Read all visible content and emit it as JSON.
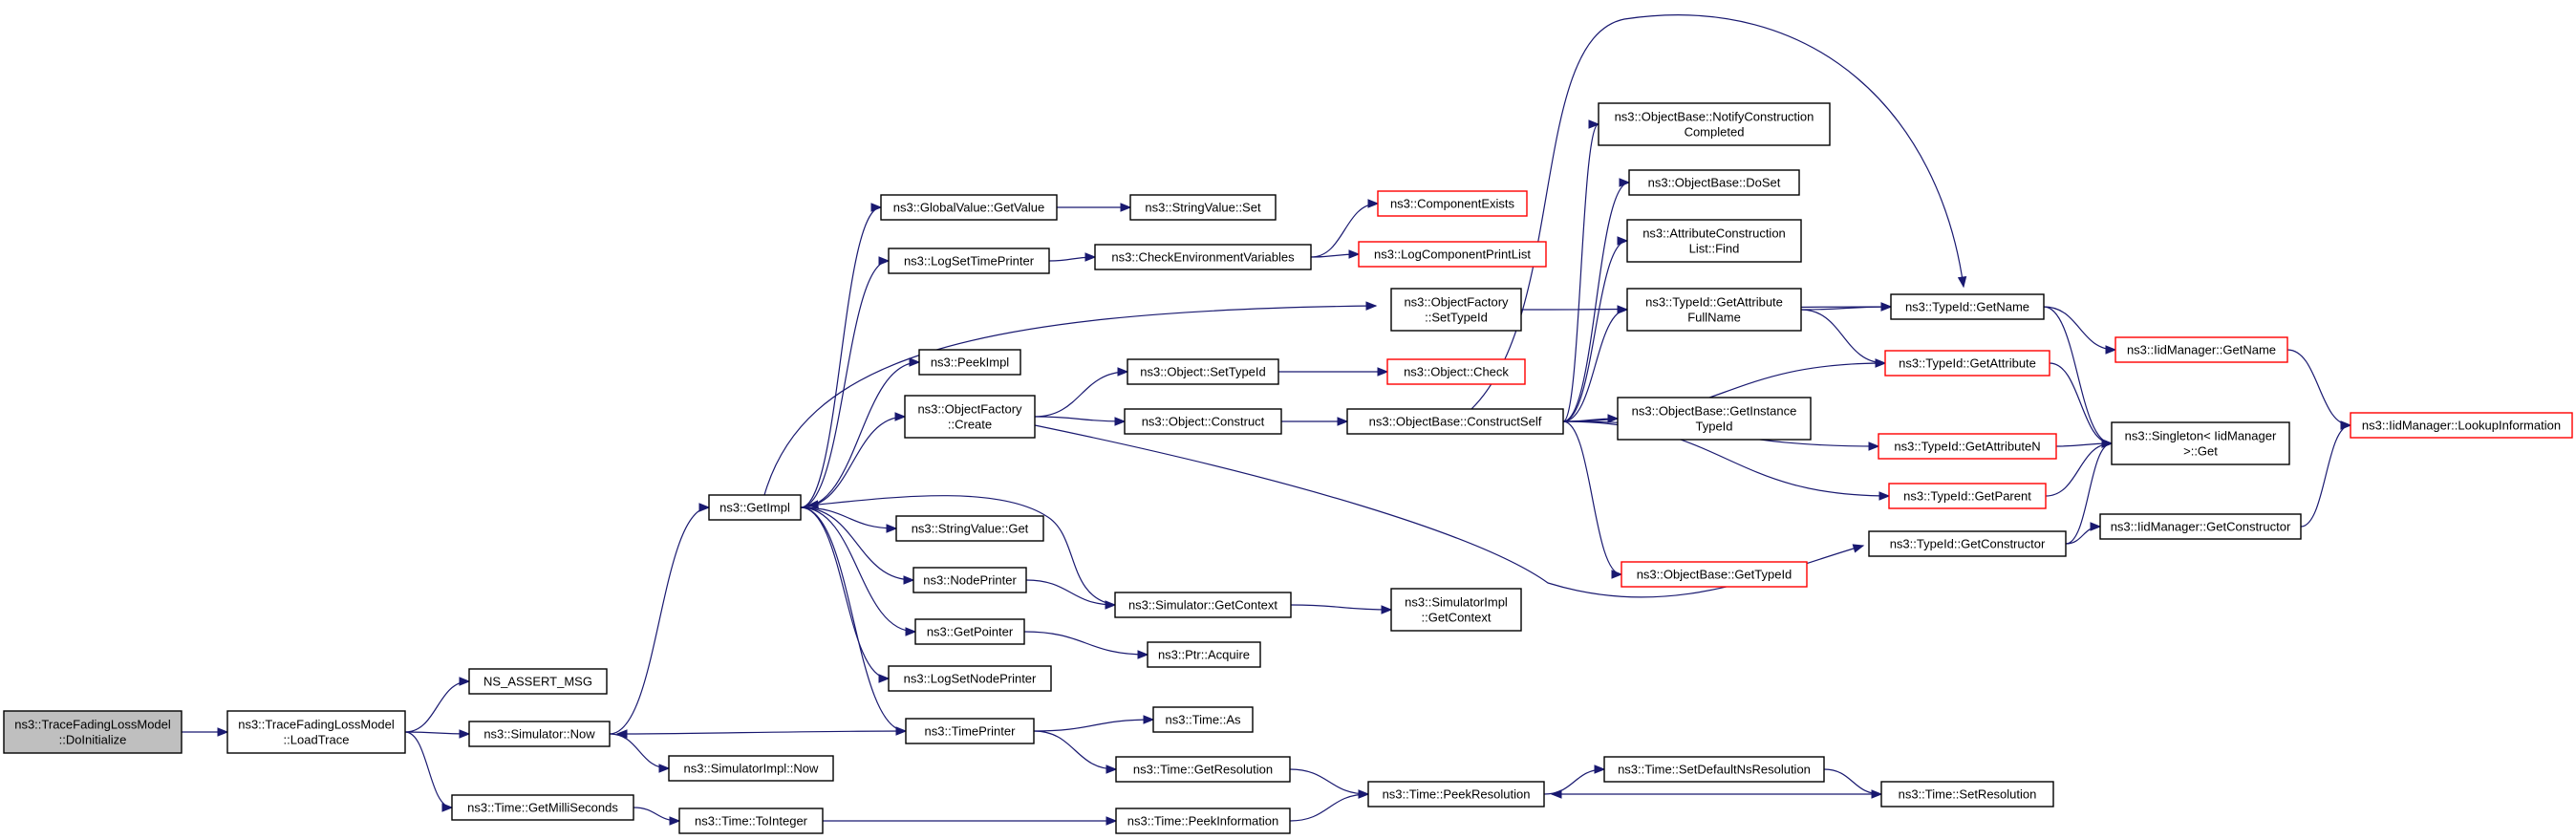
{
  "colors": {
    "edge": "#191970",
    "node_border": "#000000",
    "truncated_border": "#ff0000",
    "focus_fill": "#bfbfbf",
    "node_fill": "#ffffff"
  },
  "nodes": [
    {
      "id": "n_doinit",
      "lines": [
        "ns3::TraceFadingLossModel",
        "::DoInitialize"
      ],
      "focus": true,
      "truncated": false
    },
    {
      "id": "n_loadtrace",
      "lines": [
        "ns3::TraceFadingLossModel",
        "::LoadTrace"
      ],
      "focus": false,
      "truncated": false
    },
    {
      "id": "n_nsassert",
      "lines": [
        "NS_ASSERT_MSG"
      ],
      "focus": false,
      "truncated": false
    },
    {
      "id": "n_simnow",
      "lines": [
        "ns3::Simulator::Now"
      ],
      "focus": false,
      "truncated": false
    },
    {
      "id": "n_getmilli",
      "lines": [
        "ns3::Time::GetMilliSeconds"
      ],
      "focus": false,
      "truncated": false
    },
    {
      "id": "n_getimpl",
      "lines": [
        "ns3::GetImpl"
      ],
      "focus": false,
      "truncated": false
    },
    {
      "id": "n_simimplnow",
      "lines": [
        "ns3::SimulatorImpl::Now"
      ],
      "focus": false,
      "truncated": false
    },
    {
      "id": "n_tointeger",
      "lines": [
        "ns3::Time::ToInteger"
      ],
      "focus": false,
      "truncated": false
    },
    {
      "id": "n_globalvalue",
      "lines": [
        "ns3::GlobalValue::GetValue"
      ],
      "focus": false,
      "truncated": false
    },
    {
      "id": "n_logsettime",
      "lines": [
        "ns3::LogSetTimePrinter"
      ],
      "focus": false,
      "truncated": false
    },
    {
      "id": "n_peekimpl",
      "lines": [
        "ns3::PeekImpl"
      ],
      "focus": false,
      "truncated": false
    },
    {
      "id": "n_ofcreate",
      "lines": [
        "ns3::ObjectFactory",
        "::Create"
      ],
      "focus": false,
      "truncated": false
    },
    {
      "id": "n_svget",
      "lines": [
        "ns3::StringValue::Get"
      ],
      "focus": false,
      "truncated": false
    },
    {
      "id": "n_nodeprinter",
      "lines": [
        "ns3::NodePrinter"
      ],
      "focus": false,
      "truncated": false
    },
    {
      "id": "n_getpointer",
      "lines": [
        "ns3::GetPointer"
      ],
      "focus": false,
      "truncated": false
    },
    {
      "id": "n_logsetnode",
      "lines": [
        "ns3::LogSetNodePrinter"
      ],
      "focus": false,
      "truncated": false
    },
    {
      "id": "n_timeprinter",
      "lines": [
        "ns3::TimePrinter"
      ],
      "focus": false,
      "truncated": false
    },
    {
      "id": "n_svset",
      "lines": [
        "ns3::StringValue::Set"
      ],
      "focus": false,
      "truncated": false
    },
    {
      "id": "n_checkenv",
      "lines": [
        "ns3::CheckEnvironmentVariables"
      ],
      "focus": false,
      "truncated": false
    },
    {
      "id": "n_objsettypeid",
      "lines": [
        "ns3::Object::SetTypeId"
      ],
      "focus": false,
      "truncated": false
    },
    {
      "id": "n_objconstruct",
      "lines": [
        "ns3::Object::Construct"
      ],
      "focus": false,
      "truncated": false
    },
    {
      "id": "n_simgetctx",
      "lines": [
        "ns3::Simulator::GetContext"
      ],
      "focus": false,
      "truncated": false
    },
    {
      "id": "n_ptracquire",
      "lines": [
        "ns3::Ptr::Acquire"
      ],
      "focus": false,
      "truncated": false
    },
    {
      "id": "n_timeas",
      "lines": [
        "ns3::Time::As"
      ],
      "focus": false,
      "truncated": false
    },
    {
      "id": "n_getres",
      "lines": [
        "ns3::Time::GetResolution"
      ],
      "focus": false,
      "truncated": false
    },
    {
      "id": "n_peekinfo",
      "lines": [
        "ns3::Time::PeekInformation"
      ],
      "focus": false,
      "truncated": false
    },
    {
      "id": "n_compexists",
      "lines": [
        "ns3::ComponentExists"
      ],
      "focus": false,
      "truncated": true
    },
    {
      "id": "n_logcompprint",
      "lines": [
        "ns3::LogComponentPrintList"
      ],
      "focus": false,
      "truncated": true
    },
    {
      "id": "n_ofsettypeid",
      "lines": [
        "ns3::ObjectFactory",
        "::SetTypeId"
      ],
      "focus": false,
      "truncated": false
    },
    {
      "id": "n_objcheck",
      "lines": [
        "ns3::Object::Check"
      ],
      "focus": false,
      "truncated": true
    },
    {
      "id": "n_constructself",
      "lines": [
        "ns3::ObjectBase::ConstructSelf"
      ],
      "focus": false,
      "truncated": false
    },
    {
      "id": "n_simimplctx",
      "lines": [
        "ns3::SimulatorImpl",
        "::GetContext"
      ],
      "focus": false,
      "truncated": false
    },
    {
      "id": "n_peekres",
      "lines": [
        "ns3::Time::PeekResolution"
      ],
      "focus": false,
      "truncated": false
    },
    {
      "id": "n_notifyconst",
      "lines": [
        "ns3::ObjectBase::NotifyConstruction",
        "Completed"
      ],
      "focus": false,
      "truncated": false
    },
    {
      "id": "n_doset",
      "lines": [
        "ns3::ObjectBase::DoSet"
      ],
      "focus": false,
      "truncated": false
    },
    {
      "id": "n_attrconst",
      "lines": [
        "ns3::AttributeConstruction",
        "List::Find"
      ],
      "focus": false,
      "truncated": false
    },
    {
      "id": "n_getattrfull",
      "lines": [
        "ns3::TypeId::GetAttribute",
        "FullName"
      ],
      "focus": false,
      "truncated": false
    },
    {
      "id": "n_getinstance",
      "lines": [
        "ns3::ObjectBase::GetInstance",
        "TypeId"
      ],
      "focus": false,
      "truncated": false
    },
    {
      "id": "n_obgettypeid",
      "lines": [
        "ns3::ObjectBase::GetTypeId"
      ],
      "focus": false,
      "truncated": true
    },
    {
      "id": "n_setdefres",
      "lines": [
        "ns3::Time::SetDefaultNsResolution"
      ],
      "focus": false,
      "truncated": false
    },
    {
      "id": "n_tidgetname",
      "lines": [
        "ns3::TypeId::GetName"
      ],
      "focus": false,
      "truncated": false
    },
    {
      "id": "n_tidgetattr",
      "lines": [
        "ns3::TypeId::GetAttribute"
      ],
      "focus": false,
      "truncated": true
    },
    {
      "id": "n_tidgetattrn",
      "lines": [
        "ns3::TypeId::GetAttributeN"
      ],
      "focus": false,
      "truncated": true
    },
    {
      "id": "n_tidgetparent",
      "lines": [
        "ns3::TypeId::GetParent"
      ],
      "focus": false,
      "truncated": true
    },
    {
      "id": "n_tidgetctor",
      "lines": [
        "ns3::TypeId::GetConstructor"
      ],
      "focus": false,
      "truncated": false
    },
    {
      "id": "n_setres",
      "lines": [
        "ns3::Time::SetResolution"
      ],
      "focus": false,
      "truncated": false
    },
    {
      "id": "n_iidgetname",
      "lines": [
        "ns3::IidManager::GetName"
      ],
      "focus": false,
      "truncated": true
    },
    {
      "id": "n_singleton",
      "lines": [
        "ns3::Singleton< IidManager",
        ">::Get"
      ],
      "focus": false,
      "truncated": false
    },
    {
      "id": "n_iidgetctor",
      "lines": [
        "ns3::IidManager::GetConstructor"
      ],
      "focus": false,
      "truncated": false
    },
    {
      "id": "n_iidlookup",
      "lines": [
        "ns3::IidManager::LookupInformation"
      ],
      "focus": false,
      "truncated": true
    }
  ],
  "edges": [
    [
      "n_doinit",
      "n_loadtrace"
    ],
    [
      "n_loadtrace",
      "n_nsassert"
    ],
    [
      "n_loadtrace",
      "n_simnow"
    ],
    [
      "n_loadtrace",
      "n_getmilli"
    ],
    [
      "n_simnow",
      "n_getimpl"
    ],
    [
      "n_simnow",
      "n_simimplnow"
    ],
    [
      "n_getmilli",
      "n_tointeger"
    ],
    [
      "n_tointeger",
      "n_peekinfo"
    ],
    [
      "n_getimpl",
      "n_globalvalue"
    ],
    [
      "n_getimpl",
      "n_logsettime"
    ],
    [
      "n_getimpl",
      "n_ofsettypeid"
    ],
    [
      "n_getimpl",
      "n_peekimpl"
    ],
    [
      "n_getimpl",
      "n_ofcreate"
    ],
    [
      "n_getimpl",
      "n_svget"
    ],
    [
      "n_getimpl",
      "n_nodeprinter"
    ],
    [
      "n_getimpl",
      "n_getpointer"
    ],
    [
      "n_getimpl",
      "n_logsetnode"
    ],
    [
      "n_getimpl",
      "n_timeprinter"
    ],
    [
      "n_globalvalue",
      "n_svset"
    ],
    [
      "n_logsettime",
      "n_checkenv"
    ],
    [
      "n_checkenv",
      "n_compexists"
    ],
    [
      "n_checkenv",
      "n_logcompprint"
    ],
    [
      "n_ofcreate",
      "n_objsettypeid"
    ],
    [
      "n_ofcreate",
      "n_objconstruct"
    ],
    [
      "n_ofcreate",
      "n_tidgetctor"
    ],
    [
      "n_objsettypeid",
      "n_objcheck"
    ],
    [
      "n_objconstruct",
      "n_constructself"
    ],
    [
      "n_nodeprinter",
      "n_simgetctx"
    ],
    [
      "n_simgetctx",
      "n_getimpl"
    ],
    [
      "n_simgetctx",
      "n_simimplctx"
    ],
    [
      "n_getpointer",
      "n_ptracquire"
    ],
    [
      "n_timeprinter",
      "n_simnow"
    ],
    [
      "n_timeprinter",
      "n_timeas"
    ],
    [
      "n_timeprinter",
      "n_getres"
    ],
    [
      "n_getres",
      "n_peekres"
    ],
    [
      "n_peekinfo",
      "n_peekres"
    ],
    [
      "n_peekres",
      "n_setdefres"
    ],
    [
      "n_setdefres",
      "n_setres"
    ],
    [
      "n_setres",
      "n_peekres"
    ],
    [
      "n_ofsettypeid",
      "n_tidgetname"
    ],
    [
      "n_constructself",
      "n_notifyconst"
    ],
    [
      "n_constructself",
      "n_doset"
    ],
    [
      "n_constructself",
      "n_attrconst"
    ],
    [
      "n_constructself",
      "n_getattrfull"
    ],
    [
      "n_constructself",
      "n_getinstance"
    ],
    [
      "n_constructself",
      "n_obgettypeid"
    ],
    [
      "n_constructself",
      "n_tidgetname"
    ],
    [
      "n_constructself",
      "n_tidgetattr"
    ],
    [
      "n_constructself",
      "n_tidgetattrn"
    ],
    [
      "n_constructself",
      "n_tidgetparent"
    ],
    [
      "n_getattrfull",
      "n_tidgetname"
    ],
    [
      "n_getattrfull",
      "n_tidgetattr"
    ],
    [
      "n_tidgetname",
      "n_iidgetname"
    ],
    [
      "n_tidgetname",
      "n_singleton"
    ],
    [
      "n_tidgetattr",
      "n_singleton"
    ],
    [
      "n_tidgetattrn",
      "n_singleton"
    ],
    [
      "n_tidgetparent",
      "n_singleton"
    ],
    [
      "n_tidgetctor",
      "n_singleton"
    ],
    [
      "n_tidgetctor",
      "n_iidgetctor"
    ],
    [
      "n_iidgetname",
      "n_iidlookup"
    ],
    [
      "n_iidgetctor",
      "n_iidlookup"
    ]
  ]
}
